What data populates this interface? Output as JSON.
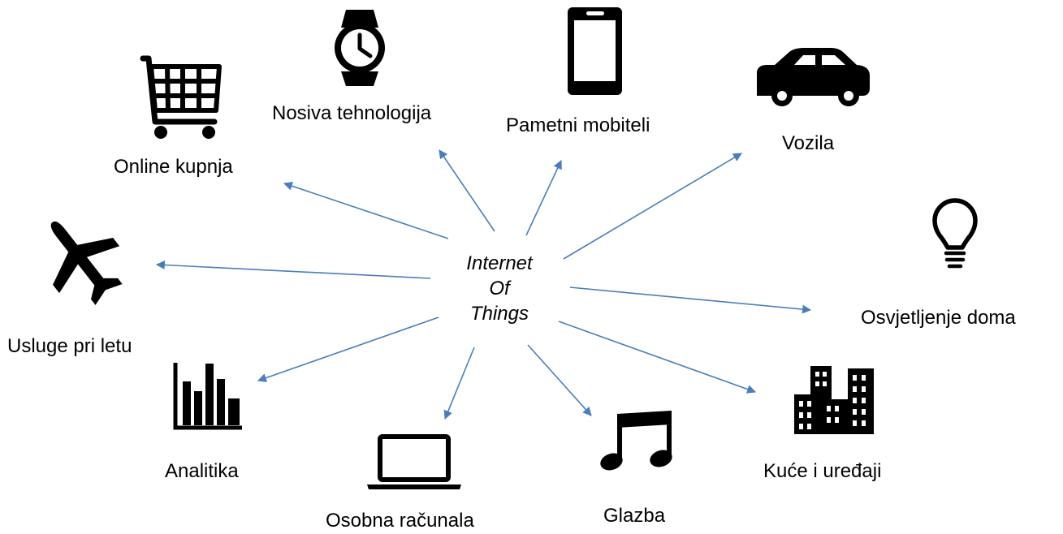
{
  "center": {
    "line1": "Internet",
    "line2": "Of",
    "line3": "Things"
  },
  "nodes": {
    "online": {
      "label": "Online kupnja",
      "icon": "shopping-cart-icon"
    },
    "wearable": {
      "label": "Nosiva tehnologija",
      "icon": "wristwatch-icon"
    },
    "phones": {
      "label": "Pametni mobiteli",
      "icon": "smartphone-icon"
    },
    "vehicles": {
      "label": "Vozila",
      "icon": "car-icon"
    },
    "lighting": {
      "label": "Osvjetljenje doma",
      "icon": "lightbulb-icon"
    },
    "homes": {
      "label": "Kuće i uređaji",
      "icon": "city-buildings-icon"
    },
    "music": {
      "label": "Glazba",
      "icon": "music-note-icon"
    },
    "computers": {
      "label": "Osobna računala",
      "icon": "laptop-icon"
    },
    "analytics": {
      "label": "Analitika",
      "icon": "bar-chart-icon"
    },
    "flight": {
      "label": "Usluge pri letu",
      "icon": "airplane-icon"
    }
  },
  "colors": {
    "arrow": "#4a7ebb",
    "icon": "#000000",
    "text": "#000000"
  }
}
